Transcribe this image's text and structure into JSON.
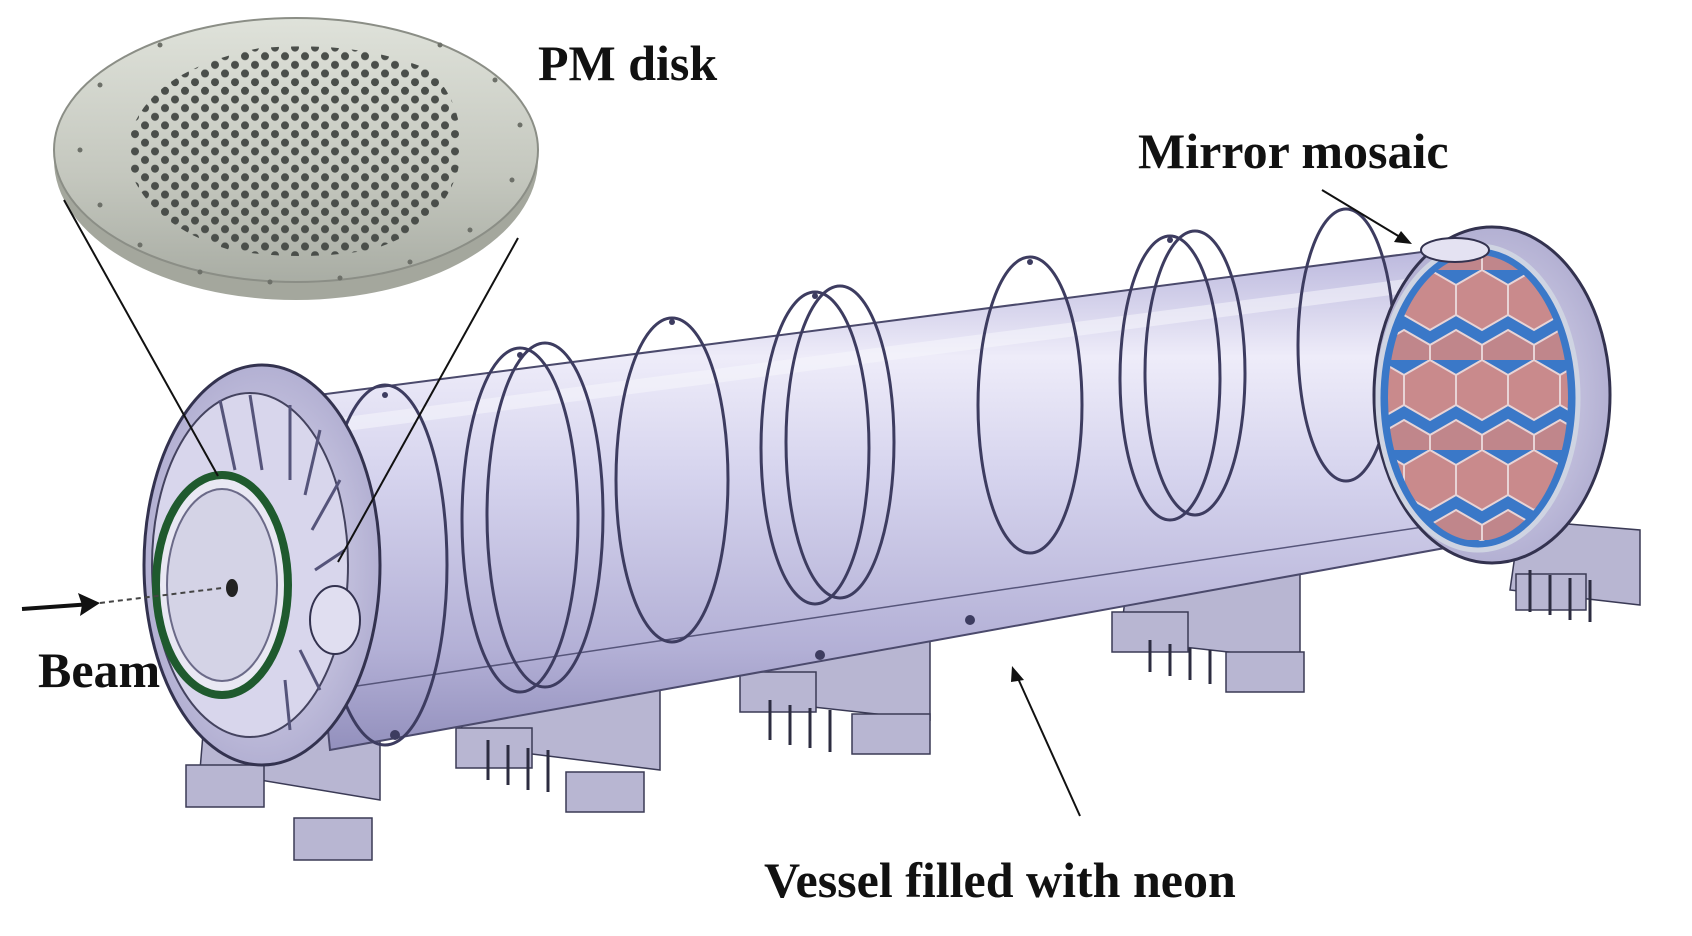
{
  "labels": {
    "pm_disk": "PM disk",
    "mirror_mosaic": "Mirror mosaic",
    "beam": "Beam",
    "vessel": "Vessel filled with neon"
  },
  "colors": {
    "vessel_body": "#c9c7e6",
    "vessel_highlight": "#eceaf8",
    "vessel_shadow": "#9996c2",
    "mirror_segment": "#c98a8c",
    "mirror_backing": "#3a78c8",
    "disk_metal": "#c6c9c0",
    "disk_holes": "#4a4e4a",
    "support_block": "#b5b3cf",
    "line_color": "#111111"
  }
}
